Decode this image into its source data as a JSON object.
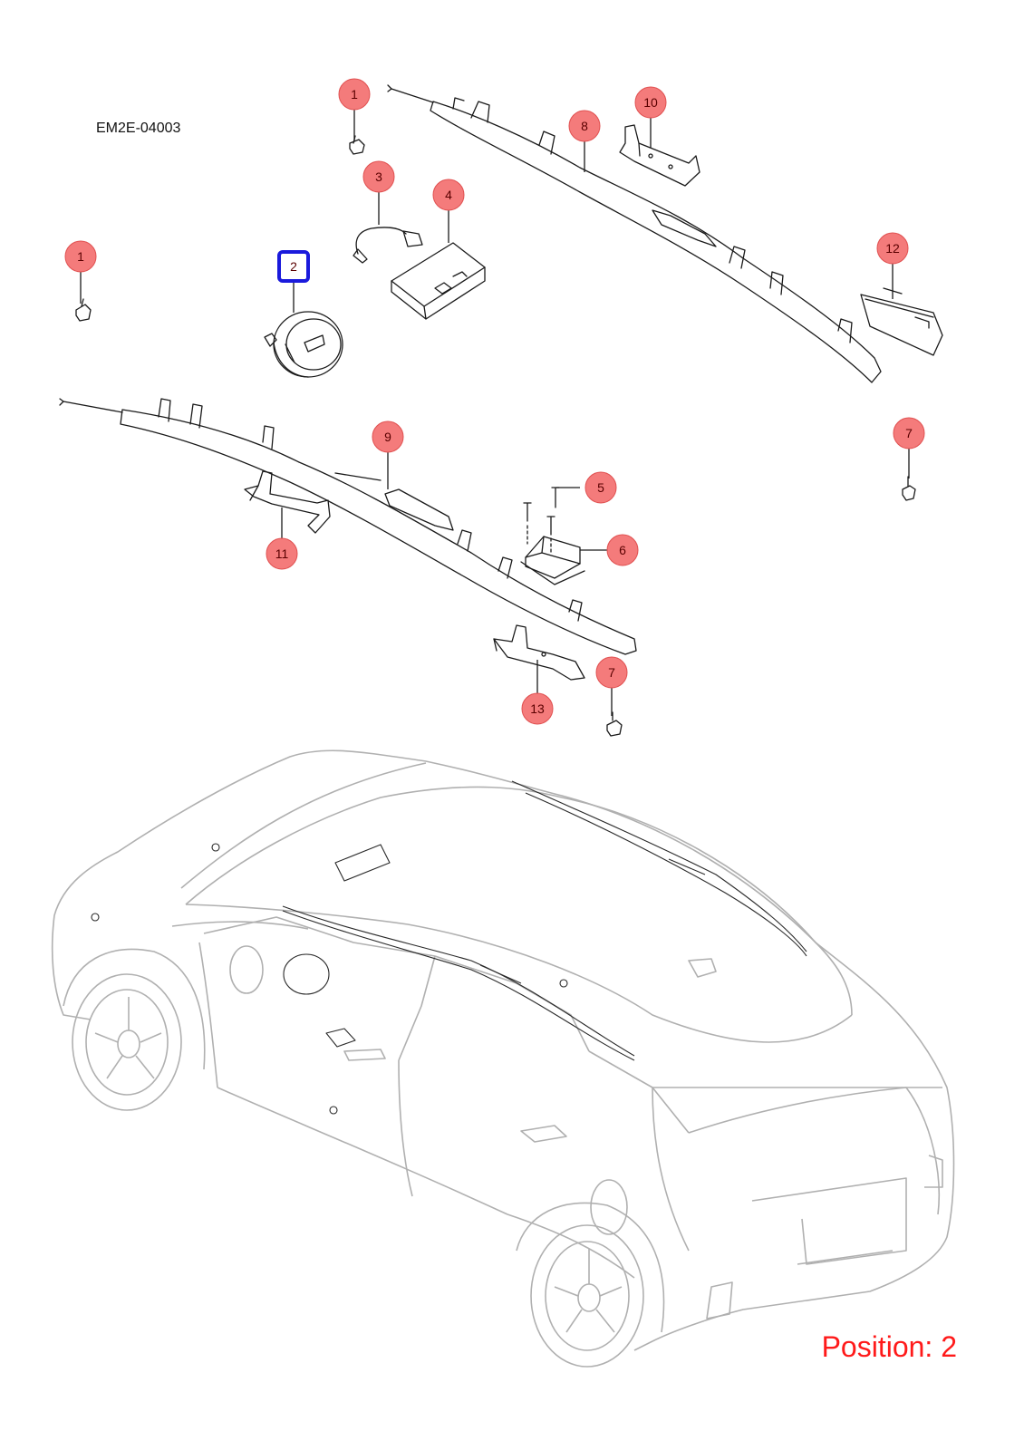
{
  "diagram": {
    "code": "EM2E-04003",
    "position_label": "Position: 2",
    "selected_callout": "2",
    "colors": {
      "callout_fill": "#f47b7b",
      "callout_stroke": "#e05050",
      "highlight": "#1a1adc",
      "part_line": "#1a1a1a",
      "car_line": "#b0b0b0",
      "position_text": "#ff1a1a"
    }
  },
  "callouts": [
    {
      "id": "c1a",
      "label": "1"
    },
    {
      "id": "c1b",
      "label": "1"
    },
    {
      "id": "c2",
      "label": "2"
    },
    {
      "id": "c3",
      "label": "3"
    },
    {
      "id": "c4",
      "label": "4"
    },
    {
      "id": "c5",
      "label": "5"
    },
    {
      "id": "c6",
      "label": "6"
    },
    {
      "id": "c7a",
      "label": "7"
    },
    {
      "id": "c7b",
      "label": "7"
    },
    {
      "id": "c8",
      "label": "8"
    },
    {
      "id": "c9",
      "label": "9"
    },
    {
      "id": "c10",
      "label": "10"
    },
    {
      "id": "c11",
      "label": "11"
    },
    {
      "id": "c12",
      "label": "12"
    },
    {
      "id": "c13",
      "label": "13"
    }
  ]
}
